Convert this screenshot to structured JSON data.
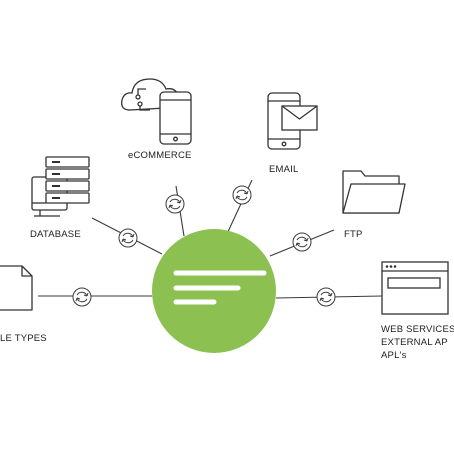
{
  "hub": {
    "color": "#8cc152"
  },
  "colors": {
    "stroke": "#333333",
    "accent": "#8cc152"
  },
  "nodes": {
    "ecommerce": {
      "label": "eCOMMERCE",
      "icon": "cloud-phone-icon"
    },
    "email": {
      "label": "EMAIL",
      "icon": "phone-envelope-icon"
    },
    "database": {
      "label": "DATABASE",
      "icon": "server-icon"
    },
    "ftp": {
      "label": "FTP",
      "icon": "folder-icon"
    },
    "file_types": {
      "label": "LE TYPES",
      "icon": "document-icon"
    },
    "web_services": {
      "label_lines": [
        "WEB SERVICES",
        "EXTERNAL AP",
        "APL's"
      ],
      "icon": "browser-window-icon"
    }
  },
  "sync_icon": "sync-icon"
}
